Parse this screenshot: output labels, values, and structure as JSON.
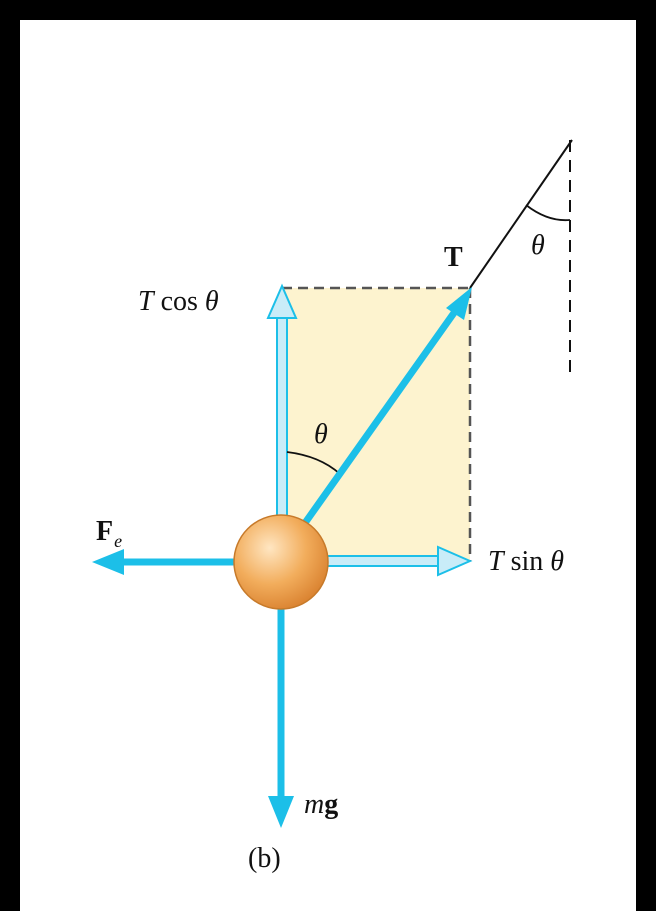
{
  "figure": {
    "panel_label": "(b)",
    "labels": {
      "tension_vector": "T",
      "vertical_component_T": "T",
      "vertical_component_fn": "cos",
      "horizontal_component_T": "T",
      "horizontal_component_fn": "sin",
      "theta_symbol": "θ",
      "electric_force_main": "F",
      "electric_force_sub": "e",
      "weight_m": "m",
      "weight_g": "g"
    },
    "colors": {
      "background": "#000000",
      "panel": "#ffffff",
      "force_arrow": "#1cbfe8",
      "component_fill": "#c9ecf8",
      "component_edge": "#1cbfe8",
      "rectangle_fill": "#fdf3cf",
      "charge_sphere": "#f2ad5c",
      "string_and_dashes": "#000000"
    }
  }
}
